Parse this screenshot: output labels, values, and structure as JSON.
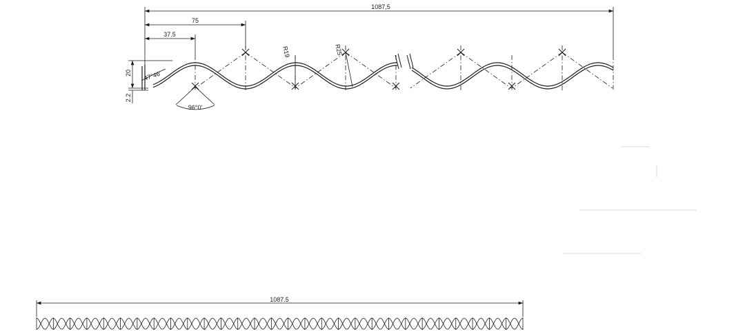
{
  "detail": {
    "overall_length": "1087,5",
    "pitch": "75",
    "half_pitch": "37.5",
    "radius_small": "R19",
    "radius_large": "R25",
    "height": "20",
    "thickness": "2.2",
    "edge_angle": "47°46'",
    "crest_angle": "96°0'"
  },
  "overview": {
    "overall_length": "1087.5"
  }
}
